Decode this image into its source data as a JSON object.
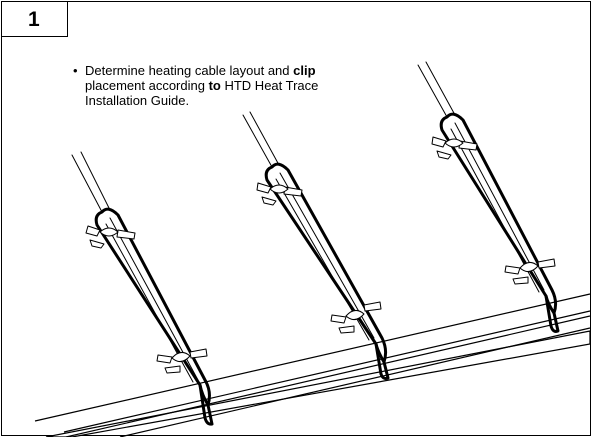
{
  "step": {
    "number": "1"
  },
  "instruction": {
    "bullet": "•",
    "segments": [
      {
        "text": "Determine heating cable layout and ",
        "bold": false
      },
      {
        "text": "clip",
        "bold": true
      },
      {
        "text": " placement according ",
        "bold": false
      },
      {
        "text": "to",
        "bold": true
      },
      {
        "text": " HTD Heat Trace Installation Guide.",
        "bold": false
      }
    ]
  },
  "colors": {
    "line": "#000000",
    "background": "#ffffff"
  },
  "illustration": {
    "roof_edge": "gutter",
    "cable_loops": [
      {
        "name": "left-cable-loop",
        "clips": 2
      },
      {
        "name": "middle-cable-loop",
        "clips": 2
      },
      {
        "name": "right-cable-loop",
        "clips": 2
      }
    ]
  }
}
